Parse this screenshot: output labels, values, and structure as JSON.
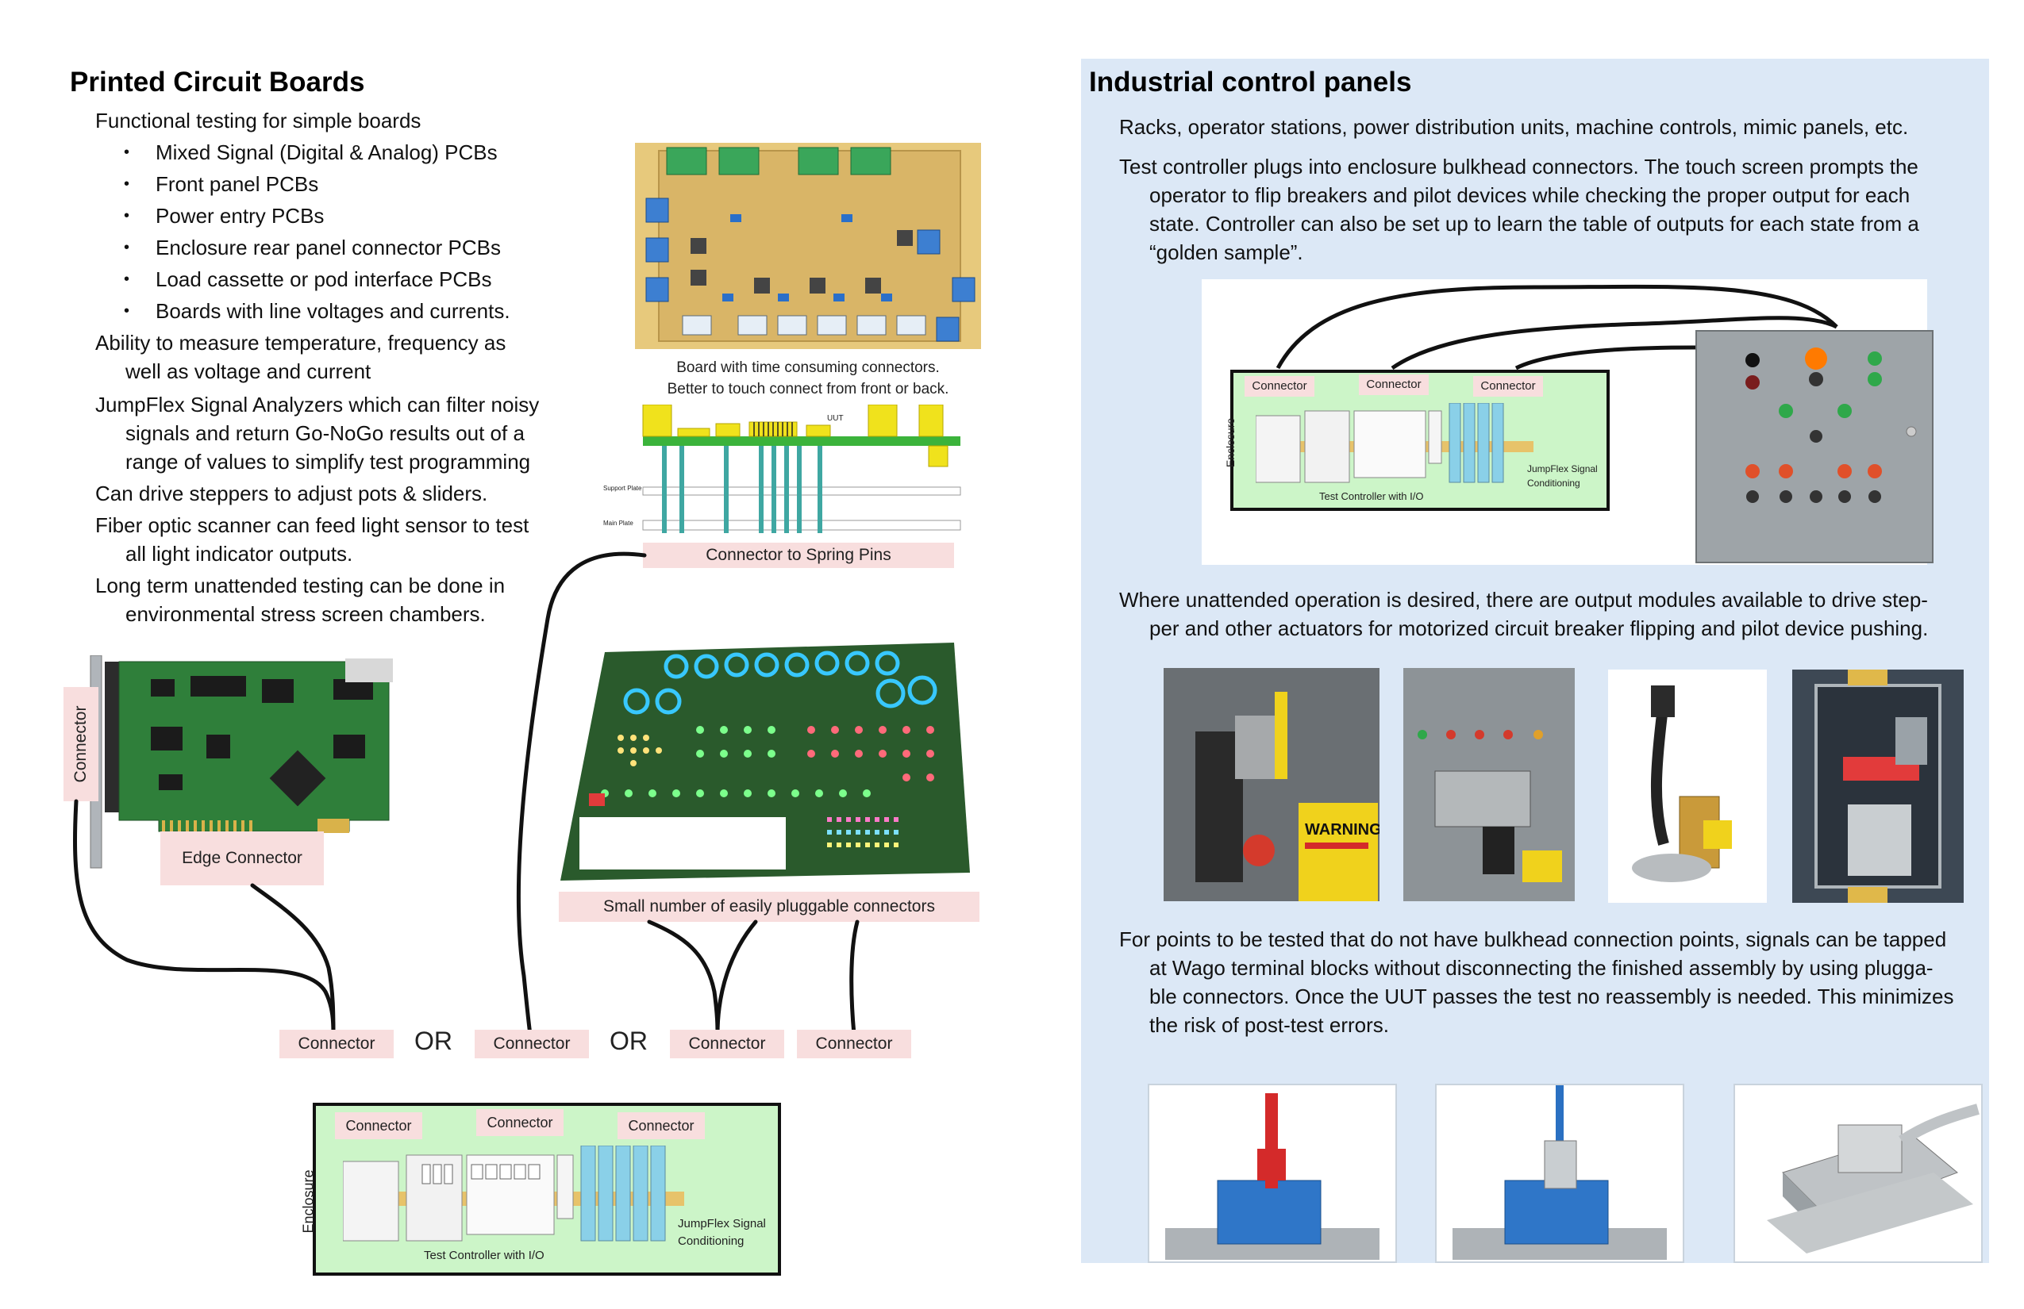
{
  "left": {
    "title": "Printed Circuit Boards",
    "intro": "Functional testing for simple boards",
    "bullets": [
      "Mixed Signal (Digital & Analog) PCBs",
      "Front panel PCBs",
      "Power entry PCBs",
      "Enclosure rear panel connector PCBs",
      "Load cassette or pod interface PCBs",
      "Boards with line voltages and currents."
    ],
    "para1_l1": "Ability to measure temperature, frequency as",
    "para1_l2": "well as voltage and current",
    "para2_l1": "JumpFlex Signal Analyzers which can filter noisy",
    "para2_l2": "signals and return Go-NoGo results out of a",
    "para2_l3": "range of values to simplify test programming",
    "para3": "Can drive steppers to adjust pots & sliders.",
    "para4_l1": "Fiber optic scanner can feed light sensor to test",
    "para4_l2": "all light indicator outputs.",
    "para5_l1": "Long term unattended testing can be done in",
    "para5_l2": "environmental stress screen chambers."
  },
  "board_caption_l1": "Board with time consuming connectors.",
  "board_caption_l2": "Better to touch connect from front or back.",
  "fixture": {
    "uut": "UUT",
    "support_plate": "Support Plate",
    "main_plate": "Main Plate",
    "label": "Connector to Spring Pins"
  },
  "pci_card": {
    "side_label": "Connector",
    "edge_label": "Edge Connector"
  },
  "led_board_label": "Small number of easily pluggable connectors",
  "bottom_row": {
    "c1": "Connector",
    "or1": "OR",
    "c2": "Connector",
    "or2": "OR",
    "c3": "Connector",
    "c4": "Connector"
  },
  "enclosure_bottom": {
    "c1": "Connector",
    "c2": "Connector",
    "c3": "Connector",
    "side": "Enclosure",
    "controller": "Test Controller with I/O",
    "jf_l1": "JumpFlex Signal",
    "jf_l2": "Conditioning"
  },
  "right": {
    "title": "Industrial control panels",
    "p1": "Racks, operator stations, power distribution units, machine controls, mimic panels, etc.",
    "p2_l1": "Test controller plugs into enclosure bulkhead connectors. The touch screen prompts the",
    "p2_l2": "operator to flip breakers and pilot devices while checking the proper output for each",
    "p2_l3": "state.  Controller can also be set up to learn the table of outputs for each state from a",
    "p2_l4": "“golden sample”.",
    "p3_l1": "Where unattended operation is desired, there are output modules available to drive step-",
    "p3_l2": "per and other actuators for motorized  circuit breaker flipping and pilot device pushing.",
    "p4_l1": "For points to be tested that do not have bulkhead connection points, signals can be tapped",
    "p4_l2": "at Wago terminal blocks without disconnecting the finished assembly by using plugga-",
    "p4_l3": "ble connectors. Once the UUT passes the test no reassembly is needed. This minimizes",
    "p4_l4": "the risk of post-test errors.",
    "warning": "WARNING"
  },
  "enclosure_top": {
    "c1": "Connector",
    "c2": "Connector",
    "c3": "Connector",
    "side": "Enclosure",
    "controller": "Test Controller with I/O",
    "jf_l1": "JumpFlex Signal",
    "jf_l2": "Conditioning"
  },
  "colors": {
    "panel_bg": "#dce8f6",
    "label_pink": "#f8dede",
    "enclosure_green": "#ccf5c8",
    "pcb_green": "#2f7f3a",
    "board_tan": "#e7c97c"
  }
}
